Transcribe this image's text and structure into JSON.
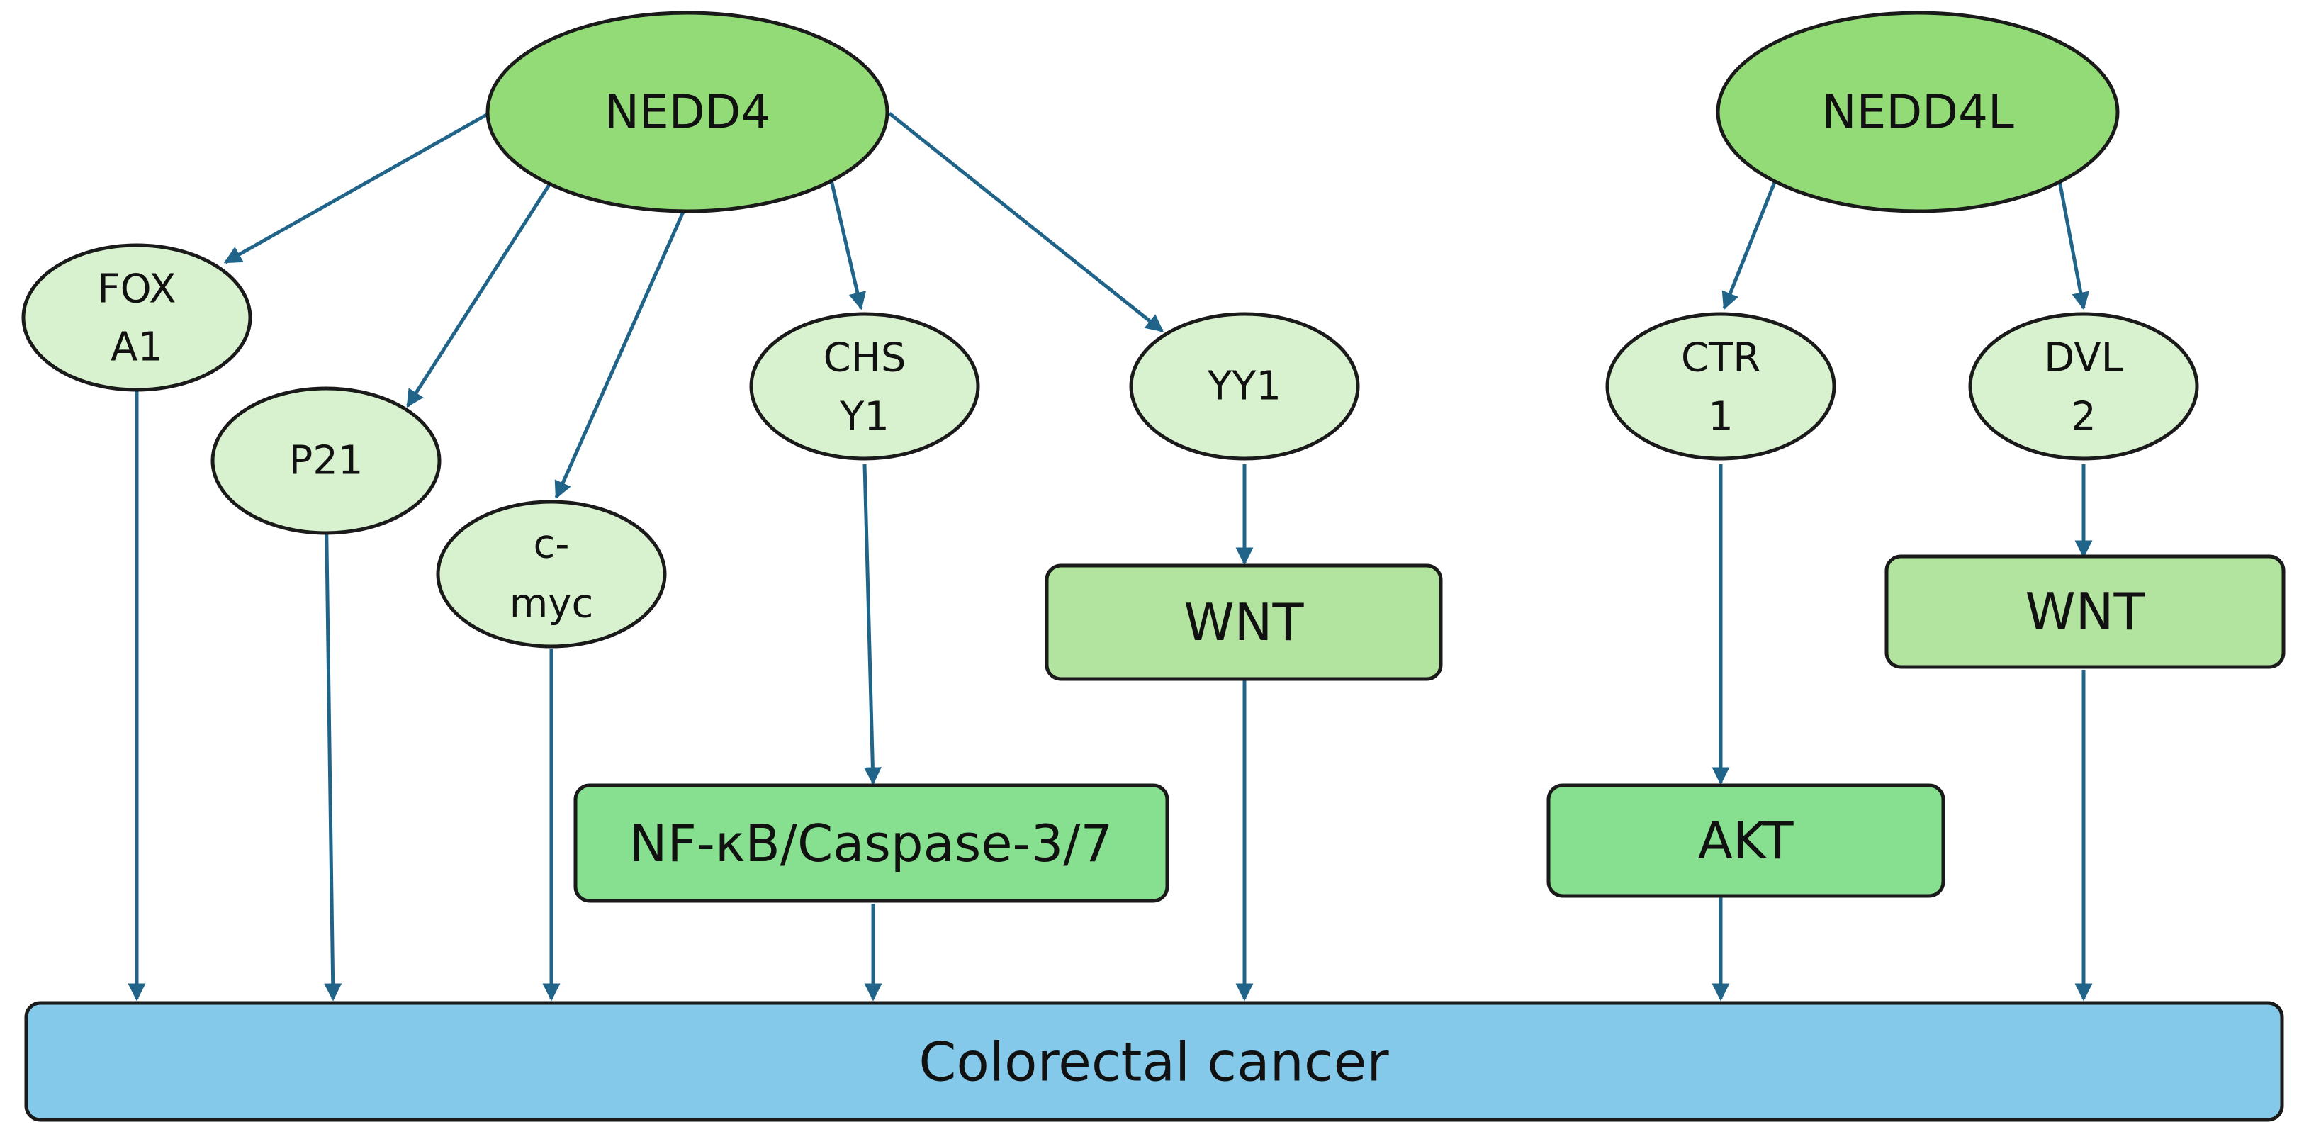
{
  "diagram": {
    "top_nodes": {
      "nedd4": "NEDD4",
      "nedd4l": "NEDD4L"
    },
    "targets": {
      "foxa1": [
        "FOX",
        "A1"
      ],
      "p21": "P21",
      "cmyc": [
        "c-",
        "myc"
      ],
      "chsy1": [
        "CHS",
        "Y1"
      ],
      "yy1": "YY1",
      "ctr1": [
        "CTR",
        "1"
      ],
      "dvl2": [
        "DVL",
        "2"
      ]
    },
    "pathways": {
      "wnt_left": "WNT",
      "nfkb": "NF-κB/Caspase-3/7",
      "wnt_right": "WNT",
      "akt": "AKT"
    },
    "outcome": "Colorectal cancer"
  },
  "colors": {
    "top_node_fill": "#93db77",
    "target_fill": "#d8f2cf",
    "wnt_fill": "#b3e49f",
    "pathway_fill": "#86e08f",
    "outcome_fill": "#85c9ea",
    "edge": "#21648a"
  }
}
